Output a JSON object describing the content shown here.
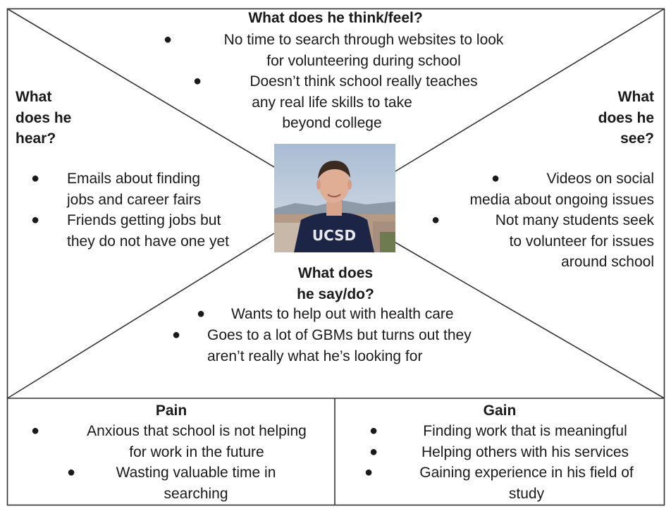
{
  "think_feel": {
    "title": "What does he think/feel?",
    "items": [
      [
        "No time to search through websites to look",
        "for volunteering during school"
      ],
      [
        "Doesn’t think school really teaches",
        "any real life skills to take",
        "beyond college"
      ]
    ]
  },
  "hear": {
    "title_lines": [
      "What",
      "does he",
      "hear?"
    ],
    "items": [
      [
        "Emails about finding",
        "jobs and career fairs"
      ],
      [
        "Friends getting jobs but",
        "they do not have one yet"
      ]
    ]
  },
  "see": {
    "title_lines": [
      "What",
      "does he",
      "see?"
    ],
    "items": [
      [
        "Videos on social",
        "media about ongoing issues"
      ],
      [
        "Not many students seek",
        "to volunteer for issues",
        "around school"
      ]
    ]
  },
  "say_do": {
    "title_lines": [
      "What does",
      "he say/do?"
    ],
    "items": [
      [
        "Wants to help out with health care"
      ],
      [
        "Goes to a lot of GBMs but turns out they",
        "aren’t really what he’s looking for"
      ]
    ]
  },
  "pain": {
    "title": "Pain",
    "items": [
      [
        "Anxious that school is not helping",
        "for work in the future"
      ],
      [
        "Wasting valuable time in",
        "searching"
      ]
    ]
  },
  "gain": {
    "title": "Gain",
    "items": [
      [
        "Finding work that is meaningful"
      ],
      [
        "Helping others with his services"
      ],
      [
        "Gaining experience in his field of",
        "study"
      ]
    ]
  },
  "photo": {
    "shirt_text": "UCSD"
  },
  "colors": {
    "line": "#333333",
    "shirt": "#1c2546",
    "sky": "#b6c4d6"
  }
}
